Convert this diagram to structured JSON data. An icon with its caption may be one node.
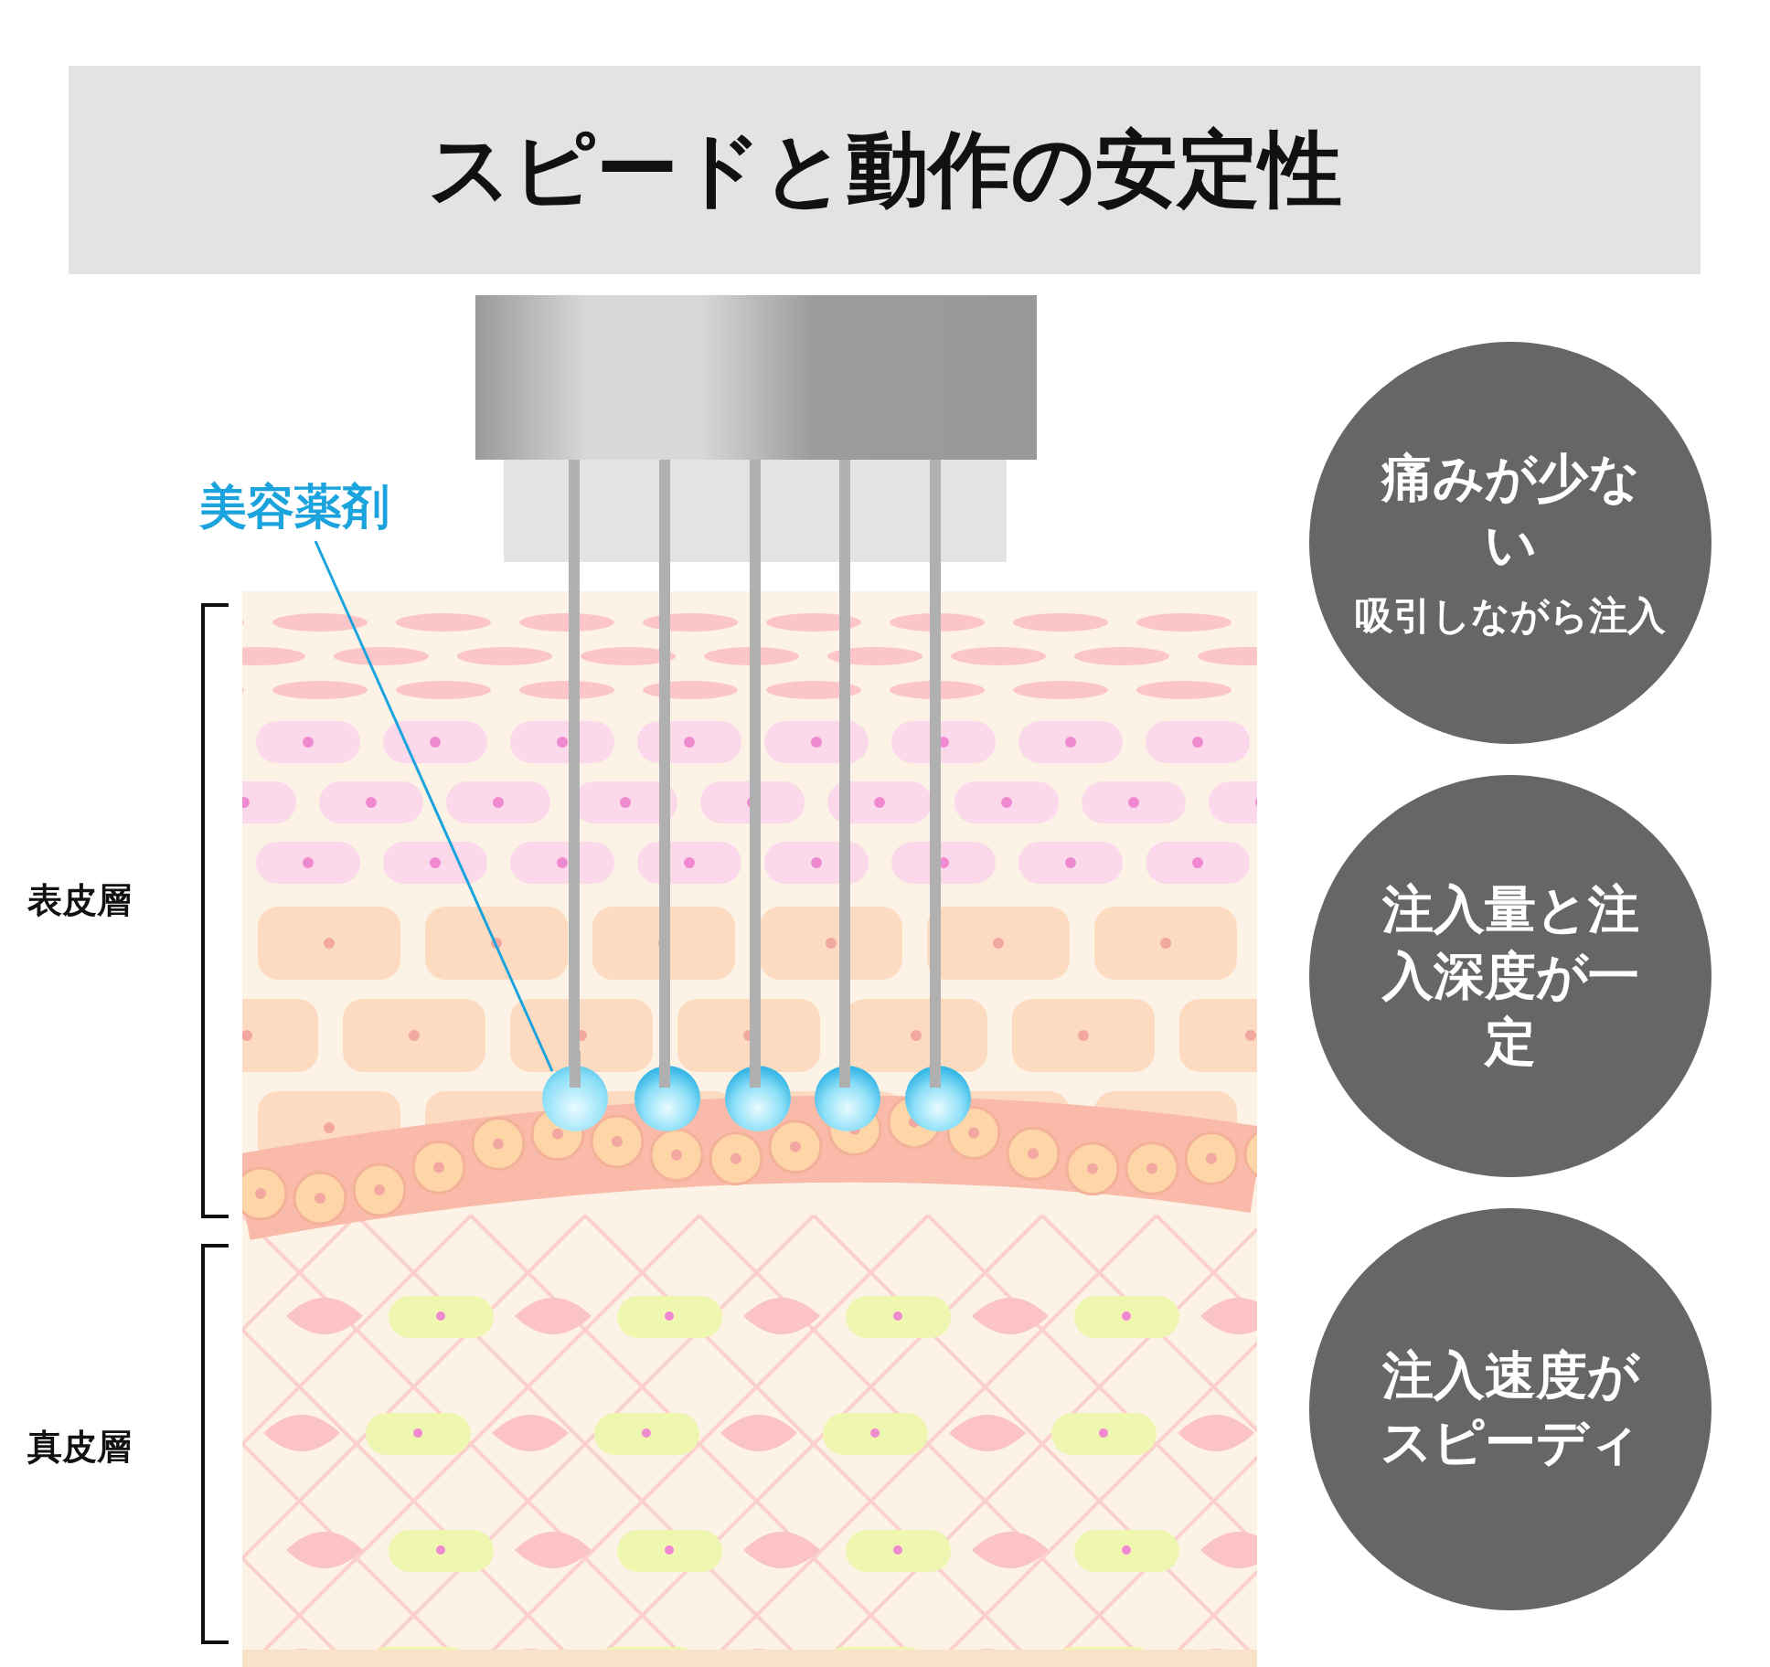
{
  "diagram": {
    "title": "スピードと動作の安定性",
    "nodes": [
      {
        "text": [
          "美容薬剤"
        ]
      },
      {
        "text": [],
        "shape": "circle"
      },
      {
        "text": [
          "痛みが少ない",
          "吸引しながら注入"
        ]
      },
      {
        "text": [
          "注入量と注入深度が一定"
        ]
      },
      {
        "text": [
          "注入速度がスピーディ"
        ]
      }
    ],
    "edges": [
      {
        "from": 0,
        "to": 1,
        "arrow": "none"
      }
    ],
    "labels": [
      "表皮層",
      "真皮層"
    ]
  }
}
